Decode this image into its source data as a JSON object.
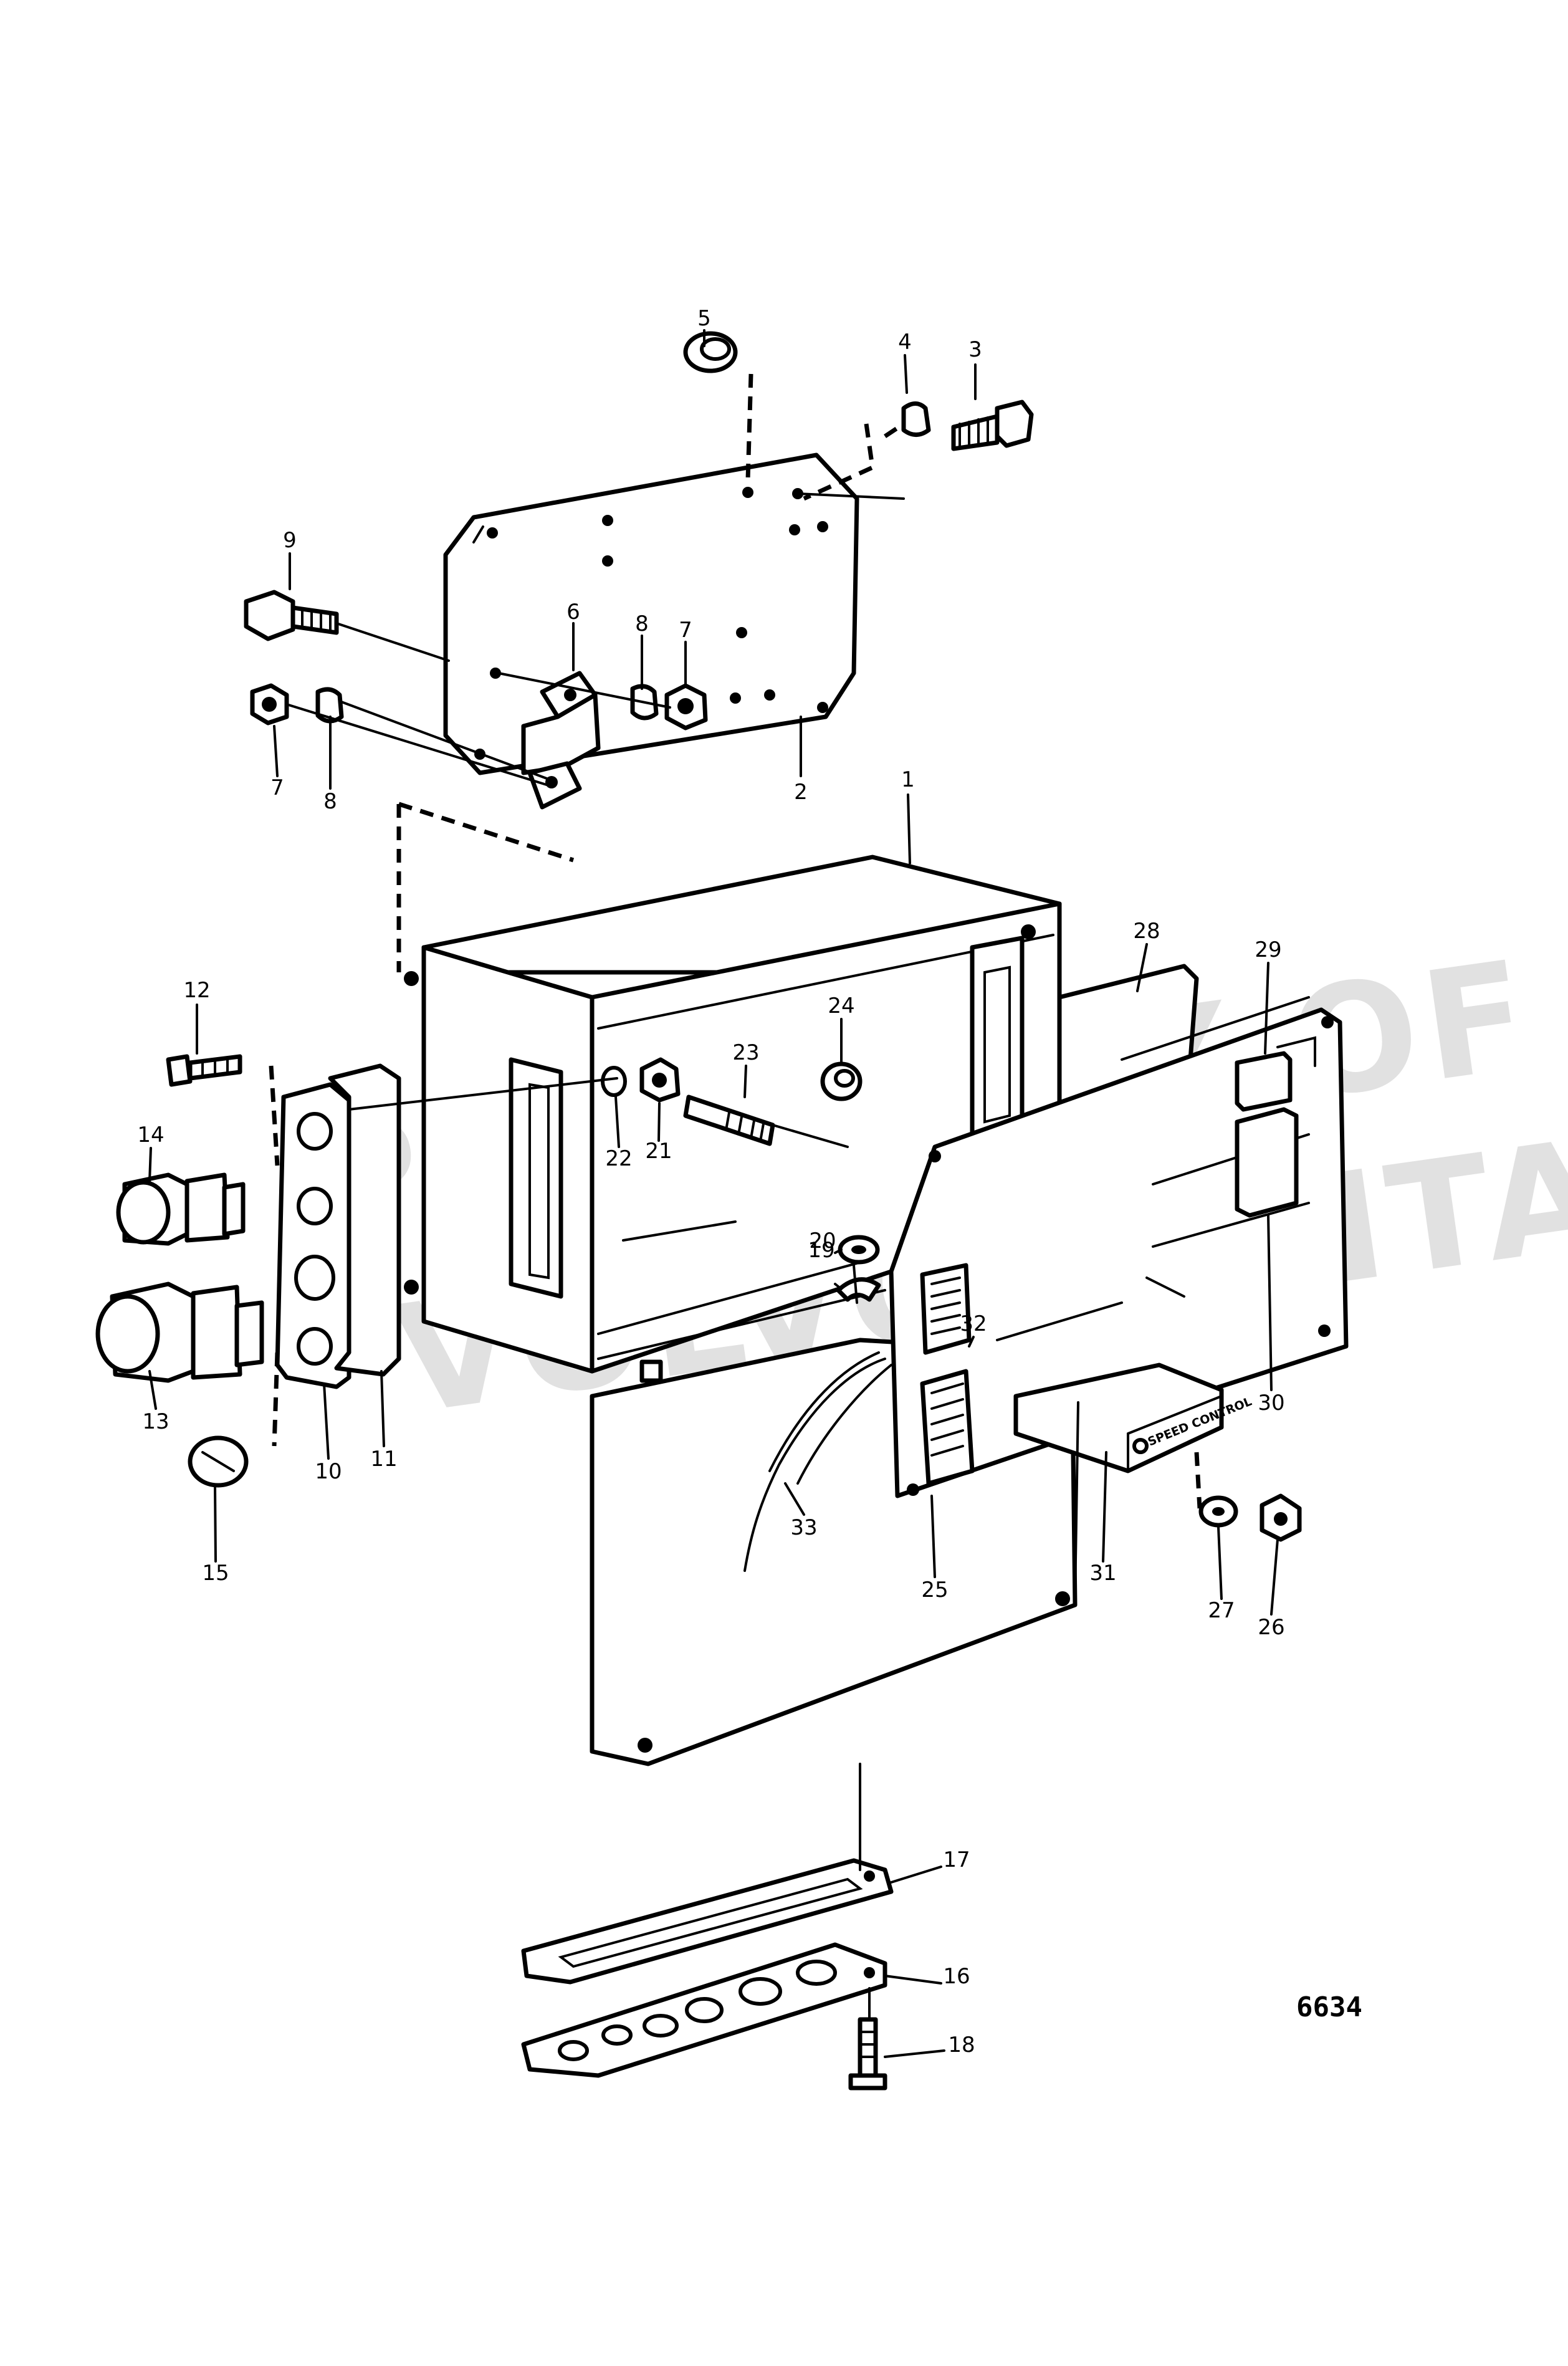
{
  "diagram": {
    "figure_number": "6634",
    "watermark_lines": [
      "PROPERTY OF",
      "VOLVO PENTA"
    ],
    "module_print": "SPEED CONTROL",
    "callouts": [
      "1",
      "2",
      "3",
      "4",
      "5",
      "6",
      "7",
      "7",
      "8",
      "8",
      "9",
      "10",
      "11",
      "12",
      "13",
      "14",
      "15",
      "16",
      "17",
      "18",
      "19",
      "20",
      "21",
      "22",
      "23",
      "24",
      "25",
      "26",
      "27",
      "28",
      "29",
      "30",
      "31",
      "32",
      "33"
    ]
  }
}
